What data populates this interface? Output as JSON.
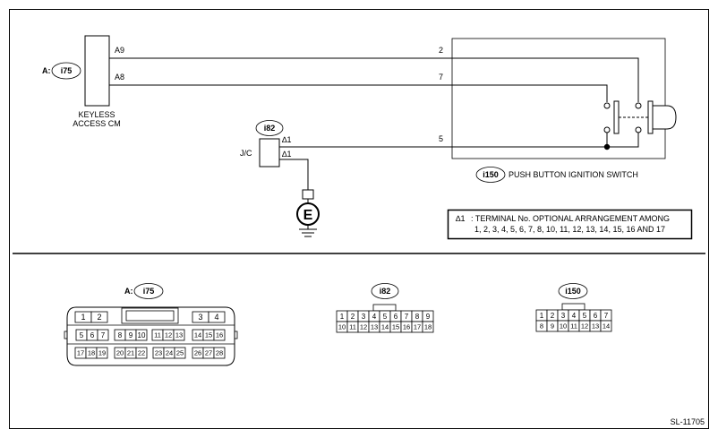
{
  "diagram": {
    "code": "SL-11705",
    "keyless": {
      "prefix": "A:",
      "connector": "i75",
      "name_line1": "KEYLESS",
      "name_line2": "ACCESS CM",
      "pin_a9": "A9",
      "pin_a8": "A8"
    },
    "junction": {
      "connector": "i82",
      "name": "J/C",
      "pin1": "∆1",
      "pin2": "∆1"
    },
    "ground": {
      "symbol": "E"
    },
    "switch": {
      "connector": "i150",
      "name": "PUSH BUTTON IGNITION SWITCH"
    },
    "wire_numbers": [
      "2",
      "7",
      "5"
    ],
    "note": {
      "mark": "∆1",
      "line1": ": TERMINAL No. OPTIONAL ARRANGEMENT AMONG",
      "line2": "1, 2, 3, 4, 5, 6, 7, 8, 10, 11, 12, 13, 14, 15, 16 AND 17"
    }
  },
  "connectors": {
    "i75": {
      "prefix": "A:",
      "label": "i75",
      "row1_left": [
        "1",
        "2"
      ],
      "row1_right": [
        "3",
        "4"
      ],
      "row2_g1": [
        "5",
        "6",
        "7"
      ],
      "row2_g2": [
        "8",
        "9",
        "10"
      ],
      "row2_g3": [
        "11",
        "12",
        "13"
      ],
      "row2_g4": [
        "14",
        "15",
        "16"
      ],
      "row3_g1": [
        "17",
        "18",
        "19"
      ],
      "row3_g2": [
        "20",
        "21",
        "22"
      ],
      "row3_g3": [
        "23",
        "24",
        "25"
      ],
      "row3_g4": [
        "26",
        "27",
        "28"
      ]
    },
    "i82": {
      "label": "i82",
      "row1": [
        "1",
        "2",
        "3",
        "4",
        "5",
        "6",
        "7",
        "8",
        "9"
      ],
      "row2": [
        "10",
        "11",
        "12",
        "13",
        "14",
        "15",
        "16",
        "17",
        "18"
      ]
    },
    "i150": {
      "label": "i150",
      "row1": [
        "1",
        "2",
        "3",
        "4",
        "5",
        "6",
        "7"
      ],
      "row2": [
        "8",
        "9",
        "10",
        "11",
        "12",
        "13",
        "14"
      ]
    }
  }
}
